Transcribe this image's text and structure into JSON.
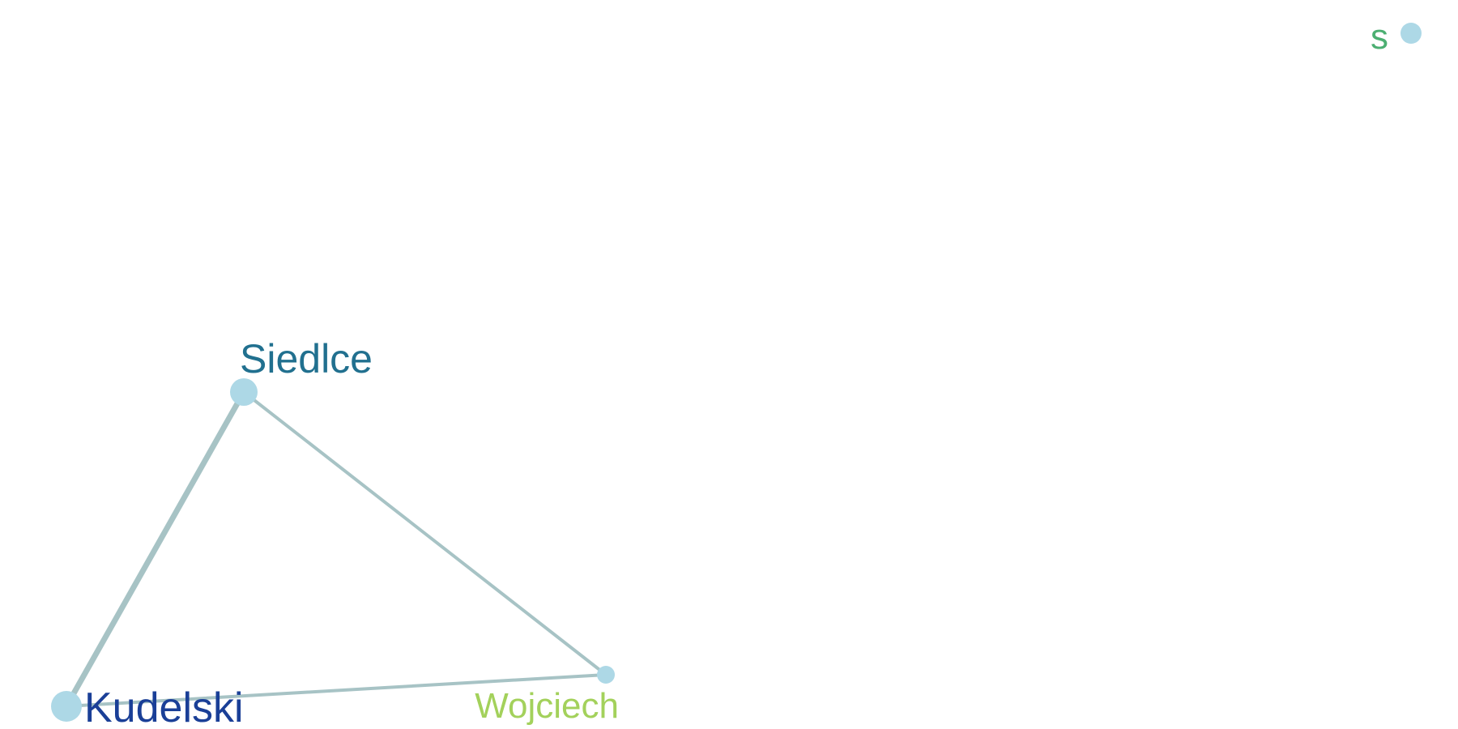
{
  "graph": {
    "colors": {
      "background": "#ffffff",
      "edge": "#a7c3c5",
      "node": "#add8e6"
    },
    "nodes": [
      {
        "id": "s",
        "label": "s",
        "label_color": "#4caf72"
      },
      {
        "id": "siedlce",
        "label": "Siedlce",
        "label_color": "#21708f"
      },
      {
        "id": "kudelski",
        "label": "Kudelski",
        "label_color": "#1a3f97"
      },
      {
        "id": "wojciech",
        "label": "Wojciech",
        "label_color": "#a3d15b"
      }
    ],
    "edges": [
      {
        "source": "siedlce",
        "target": "kudelski",
        "weight": "heavy"
      },
      {
        "source": "siedlce",
        "target": "wojciech",
        "weight": "light"
      },
      {
        "source": "kudelski",
        "target": "wojciech",
        "weight": "light"
      }
    ]
  }
}
